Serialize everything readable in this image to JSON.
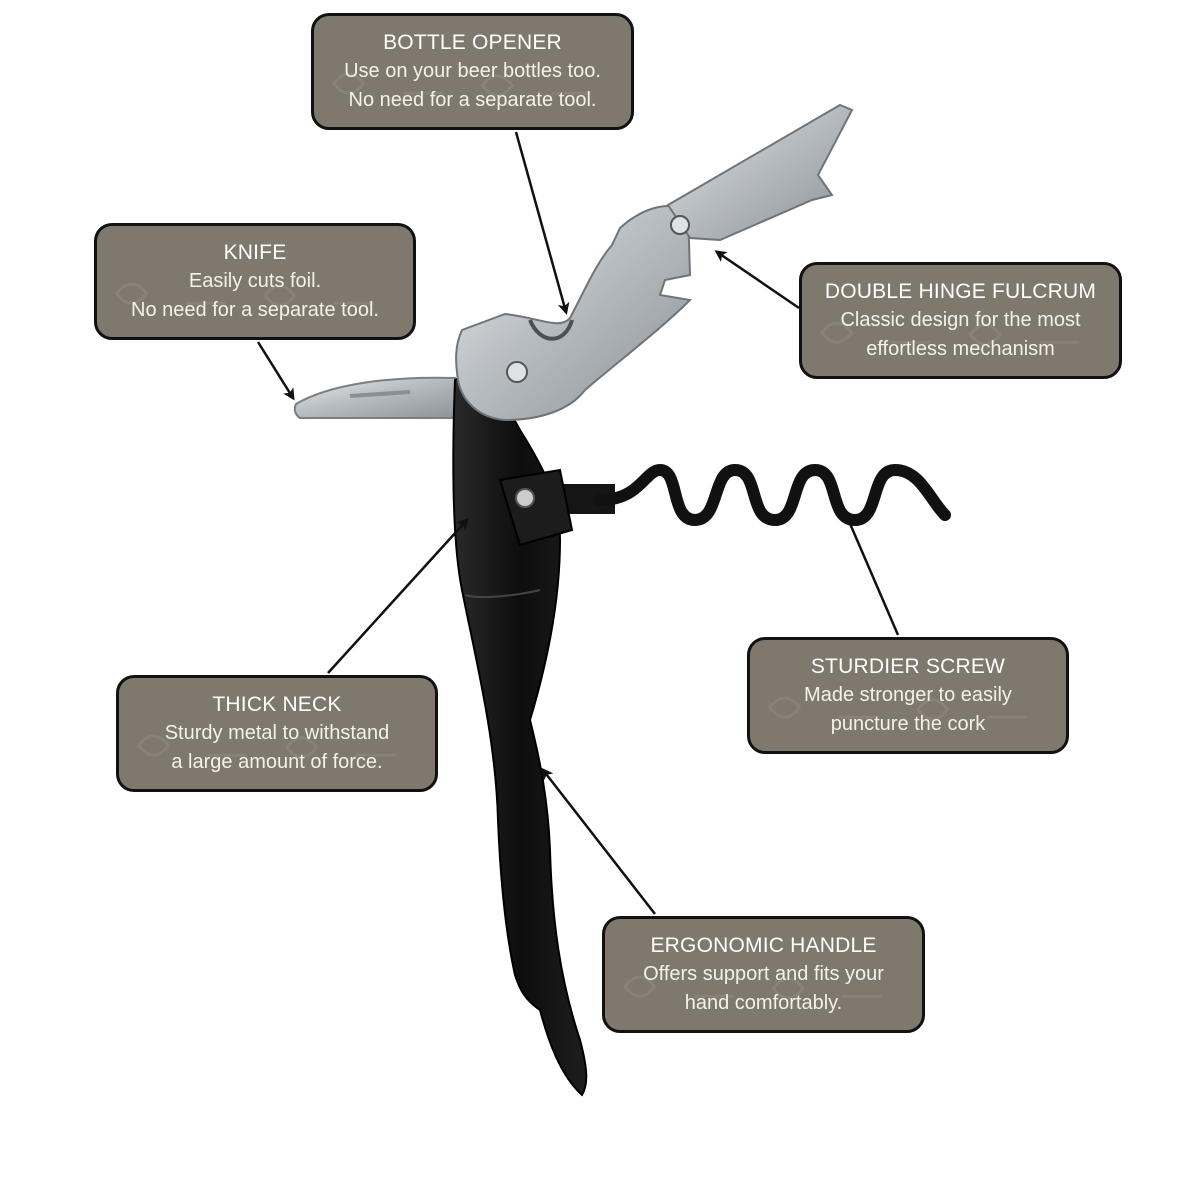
{
  "colors": {
    "callout_fill": "#7f786c",
    "callout_border": "#111111",
    "callout_text": "#ffffff",
    "handle_black": "#111111",
    "steel": "#bfc3c6"
  },
  "callouts": {
    "bottle_opener": {
      "title": "BOTTLE OPENER",
      "line1": "Use on your beer bottles too.",
      "line2": "No need for a separate tool."
    },
    "knife": {
      "title": "KNIFE",
      "line1": "Easily cuts foil.",
      "line2": "No need for a separate tool."
    },
    "double_hinge": {
      "title": "DOUBLE HINGE FULCRUM",
      "line1": "Classic design for the most",
      "line2": "effortless mechanism"
    },
    "thick_neck": {
      "title": "THICK NECK",
      "line1": "Sturdy metal to withstand",
      "line2": "a large amount of force."
    },
    "sturdier_screw": {
      "title": "STURDIER SCREW",
      "line1": "Made stronger to easily",
      "line2": "puncture the cork"
    },
    "ergonomic_handle": {
      "title": "ERGONOMIC HANDLE",
      "line1": "Offers support and fits your",
      "line2": "hand comfortably."
    }
  }
}
